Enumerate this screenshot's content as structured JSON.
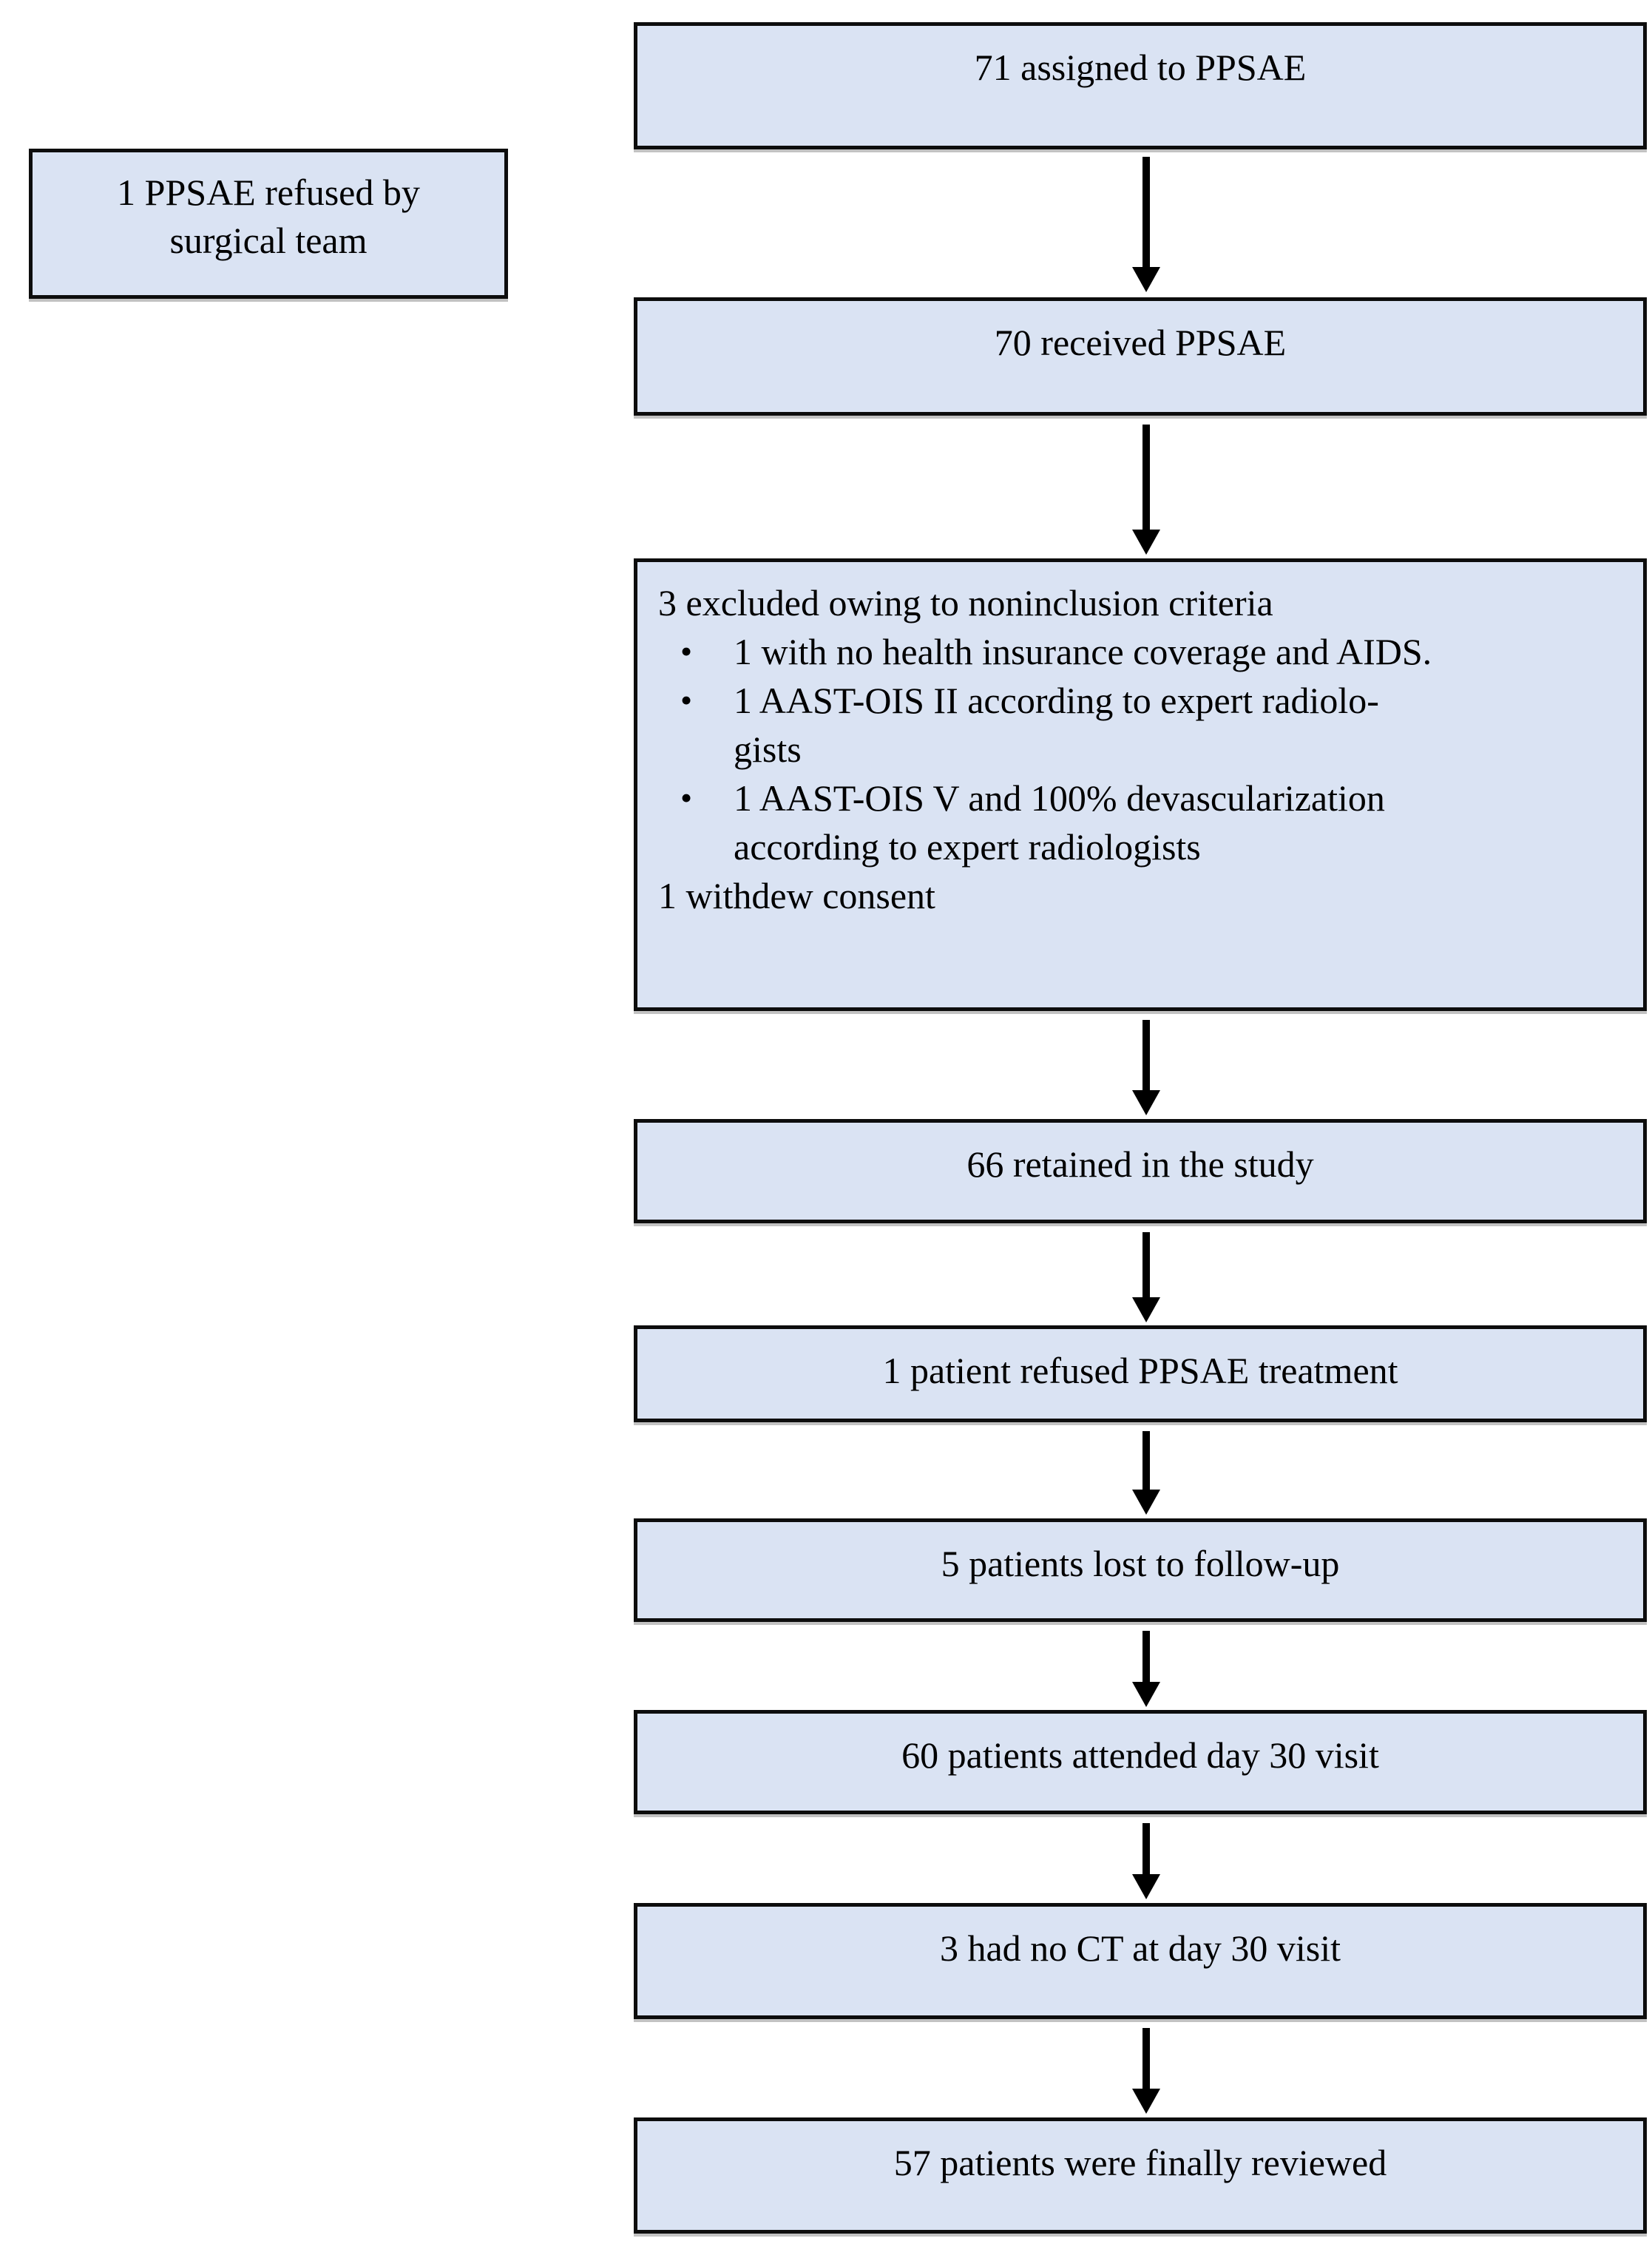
{
  "figure": {
    "type": "flowchart",
    "background": "#ffffff",
    "box_fill": "#dae3f3",
    "box_border": "#0d0d0d",
    "arrow_color": "#000000",
    "bullet_char": "•"
  },
  "nodes": {
    "assigned": "71 assigned to PPSAE",
    "side_refused": "1 PPSAE refused by\nsurgical team",
    "received": "70 received PPSAE",
    "excluded_title": "3 excluded owing to noninclusion criteria",
    "excluded_bullets": [
      "1 with no health insurance coverage and AIDS.",
      "1 AAST-OIS II according to expert radiolo-\ngists",
      "1 AAST-OIS V and 100% devascularization\naccording to expert radiologists"
    ],
    "excluded_footer": "1 withdew consent",
    "retained": "66 retained in the study",
    "refused_treatment": "1 patient refused PPSAE treatment",
    "lost_followup": "5 patients lost to follow-up",
    "attended_day30": "60 patients attended day 30 visit",
    "no_ct_day30": "3 had no CT at day 30 visit",
    "finally_reviewed": "57 patients were finally reviewed"
  },
  "main_path_order": [
    "assigned",
    "received",
    "excluded",
    "retained",
    "refused_treatment",
    "lost_followup",
    "attended_day30",
    "no_ct_day30",
    "finally_reviewed"
  ]
}
